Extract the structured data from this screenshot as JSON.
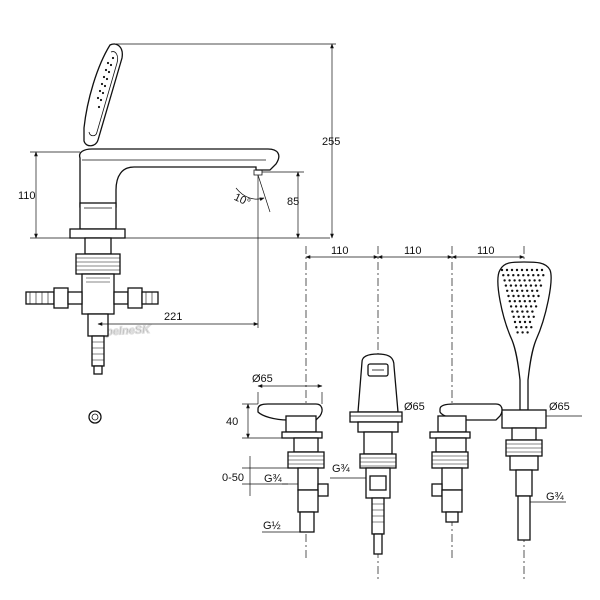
{
  "dimensions": {
    "height_total": "255",
    "height_spout": "110",
    "outlet_height": "85",
    "angle": "10°",
    "reach": "221",
    "spacing_1": "110",
    "spacing_2": "110",
    "spacing_3": "110",
    "diameter_left": "Ø65",
    "diameter_spout": "Ø65",
    "diameter_shower": "Ø65",
    "handle_height": "40",
    "deck_range": "0-50",
    "thread_left_upper": "G¾",
    "thread_left_lower": "G½",
    "thread_spout": "G¾",
    "thread_shower": "G¾"
  },
  "watermark": "KupelneSK"
}
